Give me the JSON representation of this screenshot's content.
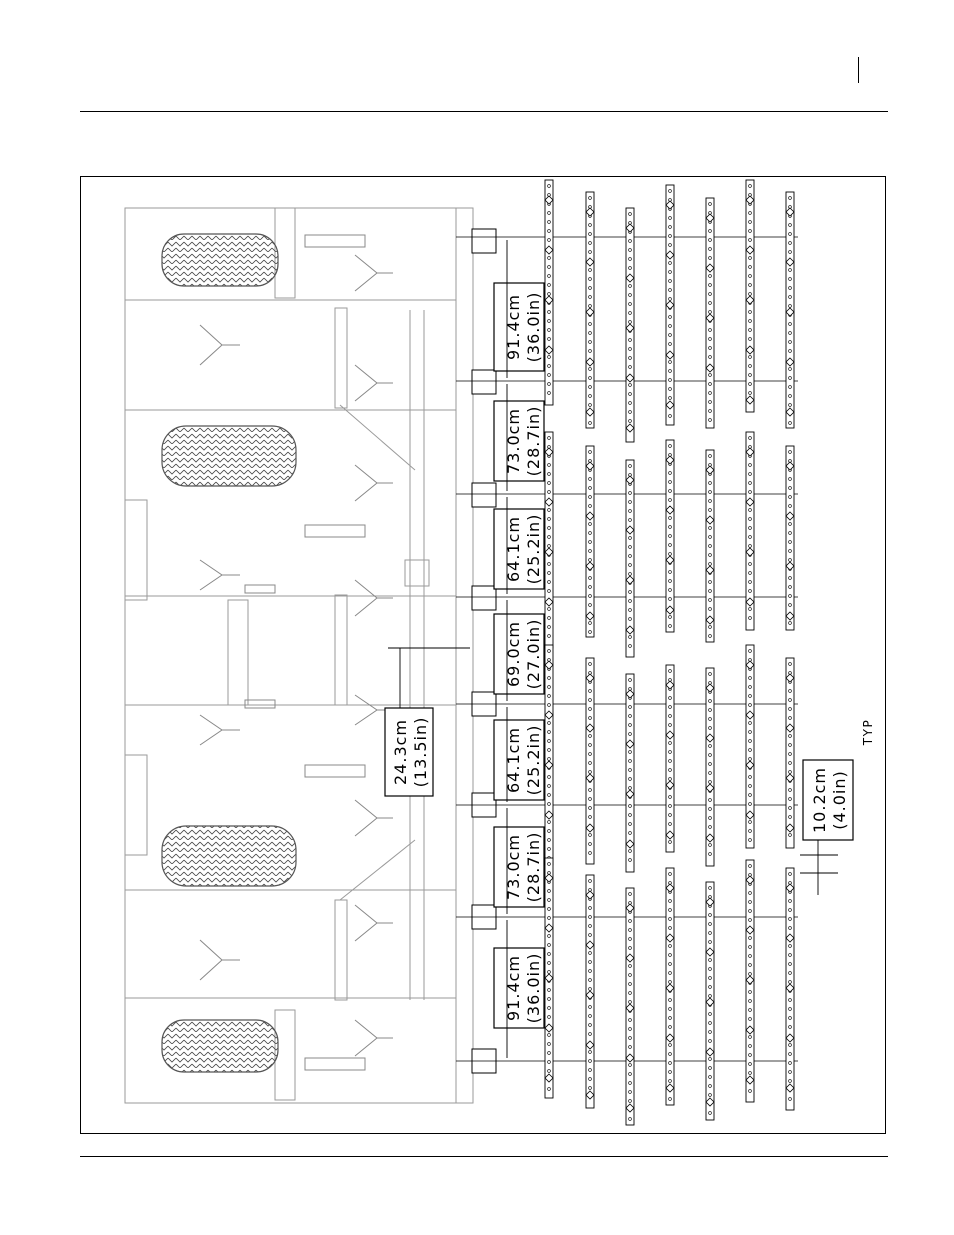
{
  "figure": {
    "dimension_labels": [
      {
        "metric": "91.4cm",
        "imperial": "(36.0in)"
      },
      {
        "metric": "73.0cm",
        "imperial": "(28.7in)"
      },
      {
        "metric": "64.1cm",
        "imperial": "(25.2in)"
      },
      {
        "metric": "69.0cm",
        "imperial": "(27.0in)"
      },
      {
        "metric": "64.1cm",
        "imperial": "(25.2in)"
      },
      {
        "metric": "73.0cm",
        "imperial": "(28.7in)"
      },
      {
        "metric": "91.4cm",
        "imperial": "(36.0in)"
      }
    ],
    "offset_label": {
      "metric": "24.3cm",
      "imperial": "(13.5in)"
    },
    "tooth_spacing_label": {
      "metric": "10.2cm",
      "imperial": "(4.0in)"
    },
    "typ_label": "TYP"
  }
}
